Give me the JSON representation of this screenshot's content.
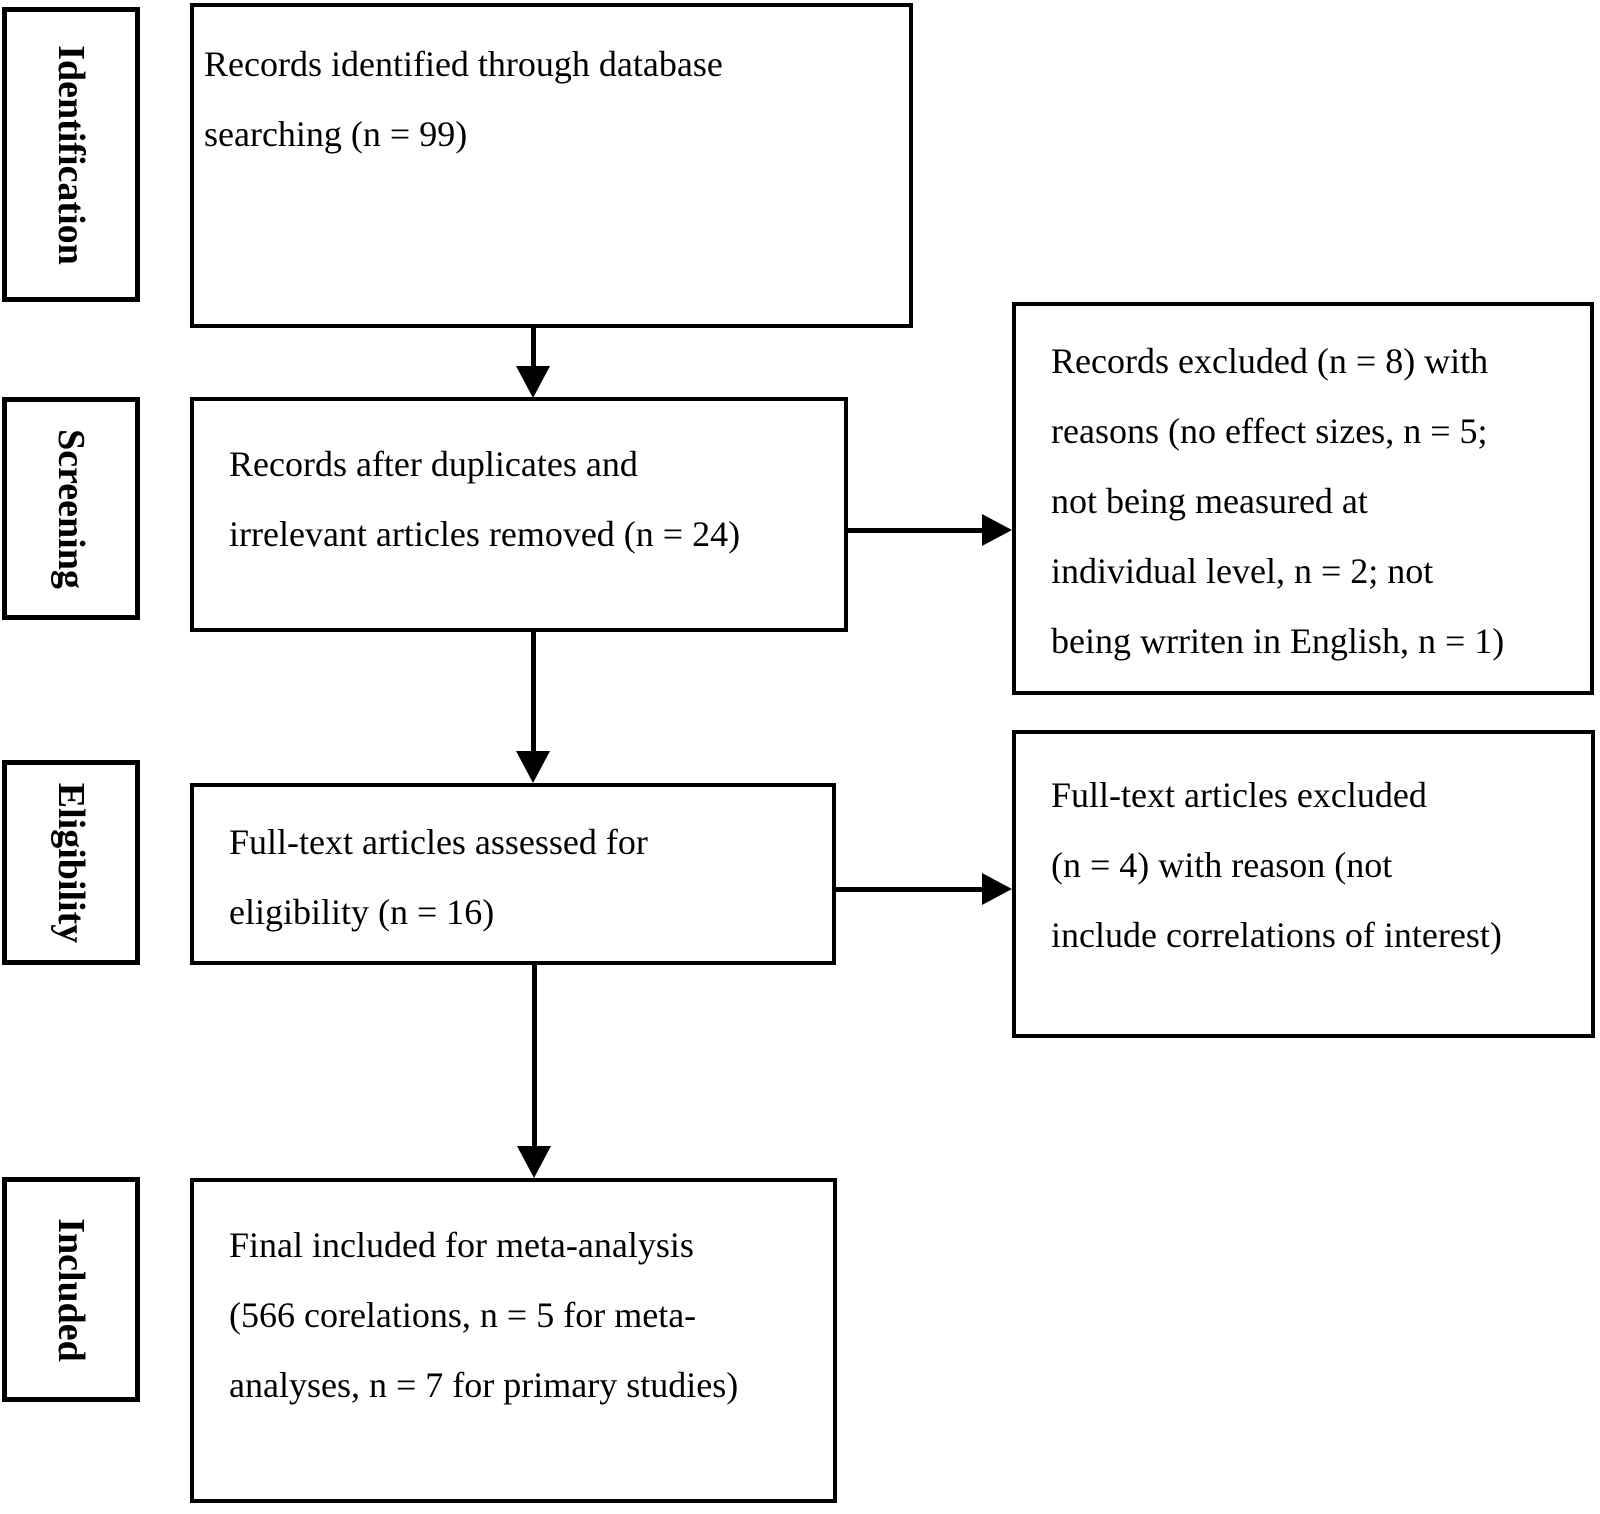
{
  "stages": [
    {
      "label": "Identification"
    },
    {
      "label": "Screening"
    },
    {
      "label": "Eligibility"
    },
    {
      "label": "Included"
    }
  ],
  "boxes": {
    "identified": {
      "text": "Records identified through database\nsearching (n = 99)"
    },
    "screened": {
      "text": "Records after duplicates and\nirrelevant articles removed (n = 24)"
    },
    "eligible": {
      "text": "Full-text articles assessed for\neligibility (n = 16)"
    },
    "included": {
      "text": "Final included for meta-analysis\n(566 corelations, n = 5 for meta-\nanalyses, n = 7 for primary studies)"
    },
    "records_excluded": {
      "text": "Records excluded (n = 8) with\nreasons (no effect sizes, n = 5;\nnot being measured at\nindividual level, n = 2; not\nbeing wrriten in English, n = 1)"
    },
    "fulltext_excluded": {
      "text": "Full-text articles excluded\n(n = 4) with reason (not\ninclude correlations of interest)"
    }
  },
  "colors": {
    "border": "#000000",
    "background": "#ffffff",
    "text": "#000000"
  }
}
